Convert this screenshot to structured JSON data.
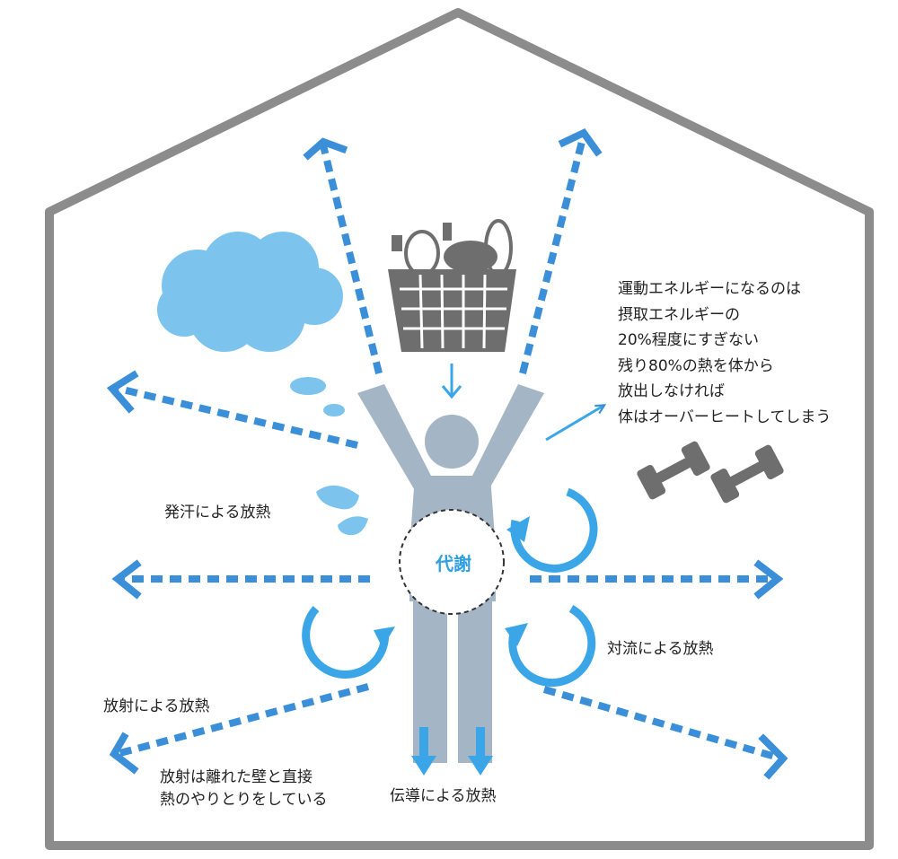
{
  "labels": {
    "energy_note": [
      "運動エネルギーになるのは",
      "摂取エネルギーの",
      "20%程度にすぎない",
      "残り80%の熱を体から",
      "放出しなければ",
      "体はオーバーヒートしてしまう"
    ],
    "sweat": "発汗による放熱",
    "radiation": "放射による放熱",
    "radiation_note": [
      "放射は離れた壁と直接",
      "熱のやりとりをしている"
    ],
    "convection": "対流による放熱",
    "conduction": "伝導による放熱",
    "metabolism": "代謝"
  },
  "icons": {
    "house": "house-outline-icon",
    "cloud": "cloud-icon",
    "sweat_drops": "sweat-drop-icon",
    "food_basket": "grocery-basket-icon",
    "dumbbells": "dumbbell-icon",
    "person": "person-figure-icon",
    "circular_arrows": "convection-cycle-icon"
  },
  "colors": {
    "house_outline": "#8c8c8c",
    "arrow_blue": "#3a8fd8",
    "cycle_blue": "#3aa6e8",
    "cloud_blue": "#7cc4ee",
    "person_gray": "#a4b6c6",
    "basket_gray": "#6e6e6e",
    "text": "#222222",
    "metabolism_text": "#2f9fe0"
  }
}
